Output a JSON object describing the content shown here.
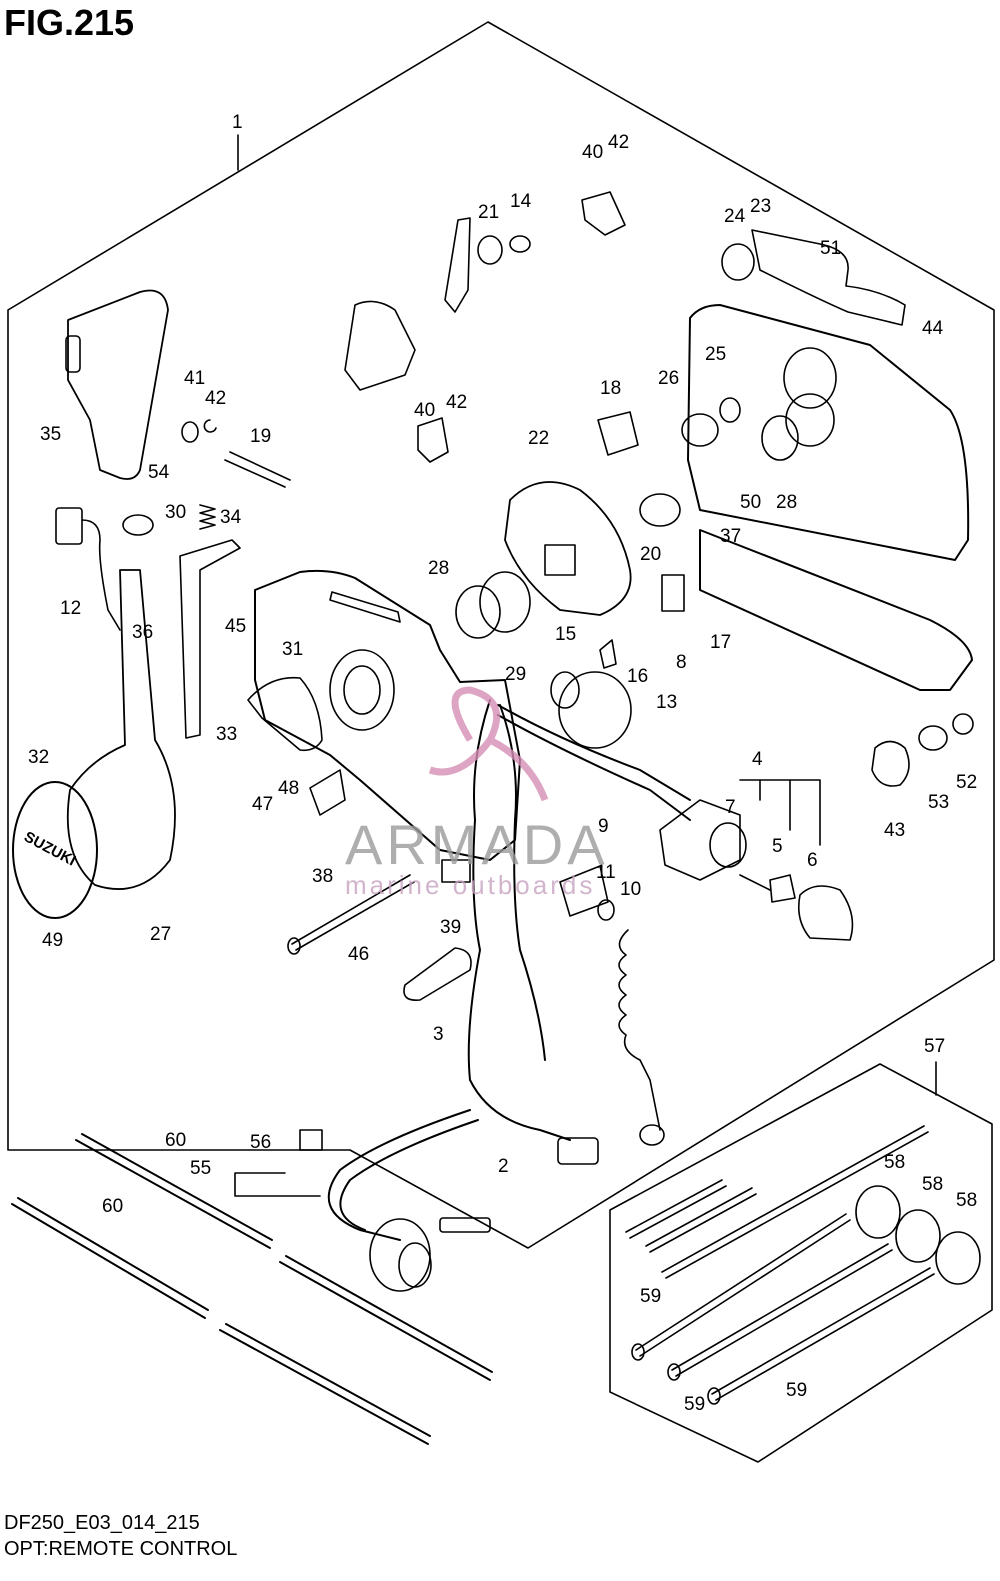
{
  "figure": {
    "title": "FIG.215",
    "model_code": "DF250_E03_014_215",
    "subtitle": "OPT:REMOTE CONTROL"
  },
  "watermark": {
    "brand": "ARMADA",
    "tagline": "marine outboards",
    "logo_color": "#d58fb4",
    "text_color": "#9a9a9a"
  },
  "callouts": [
    {
      "id": "c1",
      "label": "1"
    },
    {
      "id": "c2",
      "label": "2"
    },
    {
      "id": "c3",
      "label": "3"
    },
    {
      "id": "c4",
      "label": "4"
    },
    {
      "id": "c5",
      "label": "5"
    },
    {
      "id": "c6",
      "label": "6"
    },
    {
      "id": "c7",
      "label": "7"
    },
    {
      "id": "c8",
      "label": "8"
    },
    {
      "id": "c9",
      "label": "9"
    },
    {
      "id": "c10",
      "label": "10"
    },
    {
      "id": "c11",
      "label": "11"
    },
    {
      "id": "c12",
      "label": "12"
    },
    {
      "id": "c13",
      "label": "13"
    },
    {
      "id": "c14",
      "label": "14"
    },
    {
      "id": "c15",
      "label": "15"
    },
    {
      "id": "c16",
      "label": "16"
    },
    {
      "id": "c17",
      "label": "17"
    },
    {
      "id": "c18",
      "label": "18"
    },
    {
      "id": "c19",
      "label": "19"
    },
    {
      "id": "c20",
      "label": "20"
    },
    {
      "id": "c21",
      "label": "21"
    },
    {
      "id": "c22",
      "label": "22"
    },
    {
      "id": "c23",
      "label": "23"
    },
    {
      "id": "c24",
      "label": "24"
    },
    {
      "id": "c25",
      "label": "25"
    },
    {
      "id": "c26",
      "label": "26"
    },
    {
      "id": "c27",
      "label": "27"
    },
    {
      "id": "c28a",
      "label": "28"
    },
    {
      "id": "c28b",
      "label": "28"
    },
    {
      "id": "c29",
      "label": "29"
    },
    {
      "id": "c30",
      "label": "30"
    },
    {
      "id": "c31",
      "label": "31"
    },
    {
      "id": "c32",
      "label": "32"
    },
    {
      "id": "c33",
      "label": "33"
    },
    {
      "id": "c34",
      "label": "34"
    },
    {
      "id": "c35",
      "label": "35"
    },
    {
      "id": "c36",
      "label": "36"
    },
    {
      "id": "c37",
      "label": "37"
    },
    {
      "id": "c38",
      "label": "38"
    },
    {
      "id": "c39",
      "label": "39"
    },
    {
      "id": "c40a",
      "label": "40"
    },
    {
      "id": "c40b",
      "label": "40"
    },
    {
      "id": "c41",
      "label": "41"
    },
    {
      "id": "c42a",
      "label": "42"
    },
    {
      "id": "c42b",
      "label": "42"
    },
    {
      "id": "c42c",
      "label": "42"
    },
    {
      "id": "c43",
      "label": "43"
    },
    {
      "id": "c44",
      "label": "44"
    },
    {
      "id": "c45",
      "label": "45"
    },
    {
      "id": "c46",
      "label": "46"
    },
    {
      "id": "c47",
      "label": "47"
    },
    {
      "id": "c48",
      "label": "48"
    },
    {
      "id": "c49",
      "label": "49"
    },
    {
      "id": "c50",
      "label": "50"
    },
    {
      "id": "c51",
      "label": "51"
    },
    {
      "id": "c52",
      "label": "52"
    },
    {
      "id": "c53",
      "label": "53"
    },
    {
      "id": "c54",
      "label": "54"
    },
    {
      "id": "c55",
      "label": "55"
    },
    {
      "id": "c56",
      "label": "56"
    },
    {
      "id": "c57",
      "label": "57"
    },
    {
      "id": "c58a",
      "label": "58"
    },
    {
      "id": "c58b",
      "label": "58"
    },
    {
      "id": "c58c",
      "label": "58"
    },
    {
      "id": "c59a",
      "label": "59"
    },
    {
      "id": "c59b",
      "label": "59"
    },
    {
      "id": "c59c",
      "label": "59"
    },
    {
      "id": "c60a",
      "label": "60"
    },
    {
      "id": "c60b",
      "label": "60"
    }
  ],
  "decal_text": "SUZUKI"
}
